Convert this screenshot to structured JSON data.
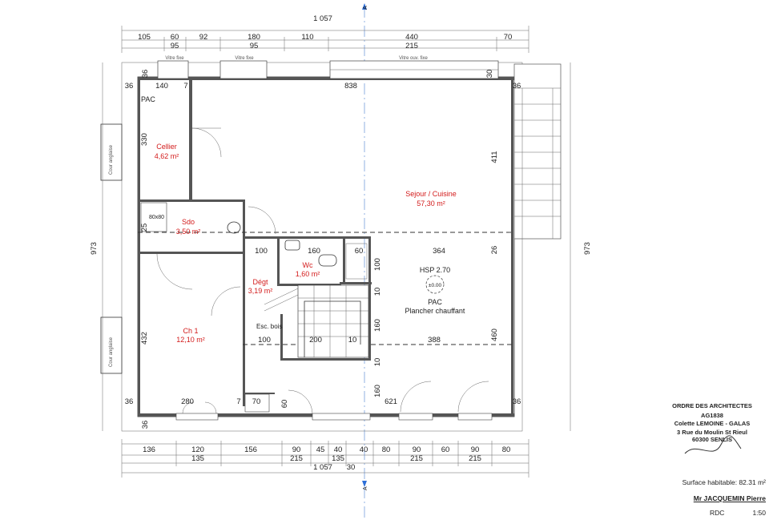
{
  "plan": {
    "section_mark": "A",
    "overall_width": "1 057",
    "overall_height": "973",
    "top_dims_row1": [
      "105",
      "60",
      "92",
      "180",
      "110",
      "440",
      "70"
    ],
    "top_dims_row2": [
      "95",
      "95",
      "215"
    ],
    "bottom_dims_row1": [
      "136",
      "120",
      "156",
      "90",
      "45",
      "40",
      "40",
      "80",
      "90",
      "60",
      "90",
      "80"
    ],
    "bottom_dims_row2": [
      "135",
      "215",
      "135",
      "30",
      "215",
      "215"
    ],
    "wall_36": "36",
    "courtyard_label": "Cour anglaise",
    "window_labels": [
      "Vitre fixe",
      "Vitre fixe",
      "Vitre ouv. fixe"
    ],
    "rooms": {
      "cellier": {
        "name": "Cellier",
        "area": "4,62 m²"
      },
      "sdo": {
        "name": "Sdo",
        "area": "3,50 m²"
      },
      "wc": {
        "name": "Wc",
        "area": "1,60 m²"
      },
      "degt": {
        "name": "Dégt",
        "area": "3,19 m²"
      },
      "ch1": {
        "name": "Ch 1",
        "area": "12,10 m²"
      },
      "sejour": {
        "name": "Sejour / Cuisine",
        "area": "57,30 m²"
      }
    },
    "labels": {
      "pac_top": "PAC",
      "hsp": "HSP 2.70",
      "level": "±0.00",
      "pac": "PAC",
      "plancher": "Plancher chauffant",
      "esc": "Esc. bois",
      "shower": "80x80"
    },
    "inner_dims": {
      "d140": "140",
      "d7": "7",
      "d838": "838",
      "d330": "330",
      "d411": "411",
      "d25": "25",
      "d100": "100",
      "d160": "160",
      "d60": "60",
      "d364": "364",
      "d26": "26",
      "d10": "10",
      "d200": "200",
      "d388": "388",
      "d432": "432",
      "d460": "460",
      "d280": "280",
      "d70": "70",
      "d621": "621",
      "d30": "30"
    }
  },
  "title_block": {
    "order": "ORDRE DES ARCHITECTES",
    "number": "AG1838",
    "architect": "Colette LEMOINE - GALAS",
    "address": "3 Rue du Moulin St Rieul",
    "city": "60300 SENLIS",
    "surface": "Surface habitable: 82.31 m²",
    "client": "Mr JACQUEMIN Pierre",
    "level": "RDC",
    "scale": "1:50"
  }
}
